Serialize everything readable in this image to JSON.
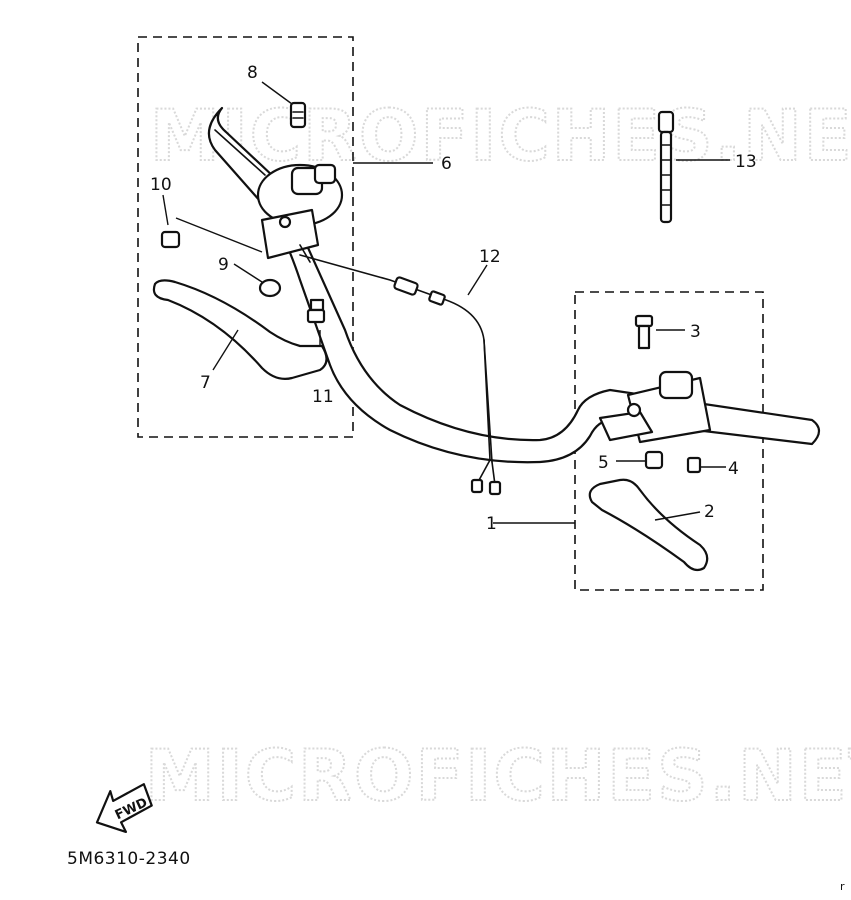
{
  "watermark": [
    "MICROFICHES.NET",
    "MICROFICHES.NET"
  ],
  "diagram_code": "5M6310-2340",
  "direction_arrow_label": "FWD",
  "callouts": {
    "c1": "1",
    "c2": "2",
    "c3": "3",
    "c4": "4",
    "c5": "5",
    "c6": "6",
    "c7": "7",
    "c8": "8",
    "c9": "9",
    "c10": "10",
    "c11": "11",
    "c12": "12",
    "c13": "13"
  },
  "page_mark": "r"
}
